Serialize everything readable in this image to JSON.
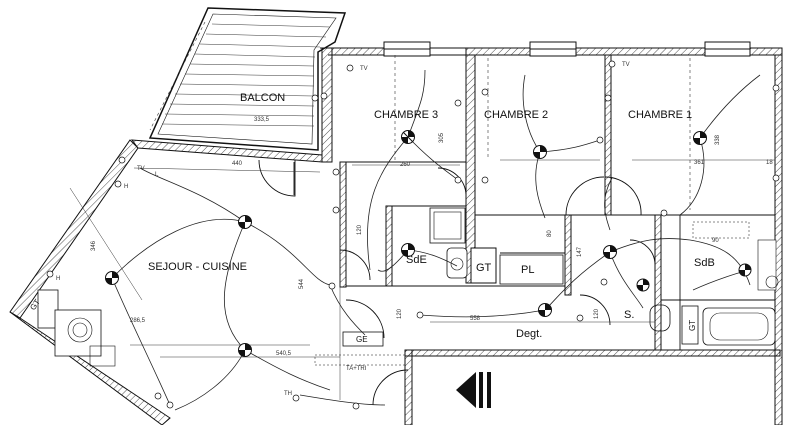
{
  "rooms": {
    "balcon": "BALCON",
    "chambre3": "CHAMBRE 3",
    "chambre2": "CHAMBRE 2",
    "chambre1": "CHAMBRE 1",
    "sejour": "SEJOUR - CUISINE",
    "sde": "SdE",
    "sdb": "SdB",
    "gt_left": "GT",
    "gt_mid": "GT",
    "gt_right": "GT",
    "pl": "PL",
    "degt": "Degt.",
    "s": "S.",
    "ge": "GE"
  },
  "labels": {
    "tv1": "TV",
    "tv2": "TV",
    "tv3": "TV",
    "th": "TH",
    "tatri": "TA+TRI",
    "l": "L",
    "h1": "H",
    "h2": "H"
  },
  "dimensions": {
    "d_balcon": "333,5",
    "d_440": "440",
    "d_260": "260",
    "d_305": "305",
    "d_338": "338",
    "d_361": "361",
    "d_346": "346",
    "d_544": "544",
    "d_558": "558",
    "d_2865": "286,5",
    "d_5405": "540,5",
    "d_147": "147",
    "d_120a": "120",
    "d_120b": "120",
    "d_120c": "120",
    "d_80": "80",
    "d_90": "90",
    "d_18": "18"
  }
}
